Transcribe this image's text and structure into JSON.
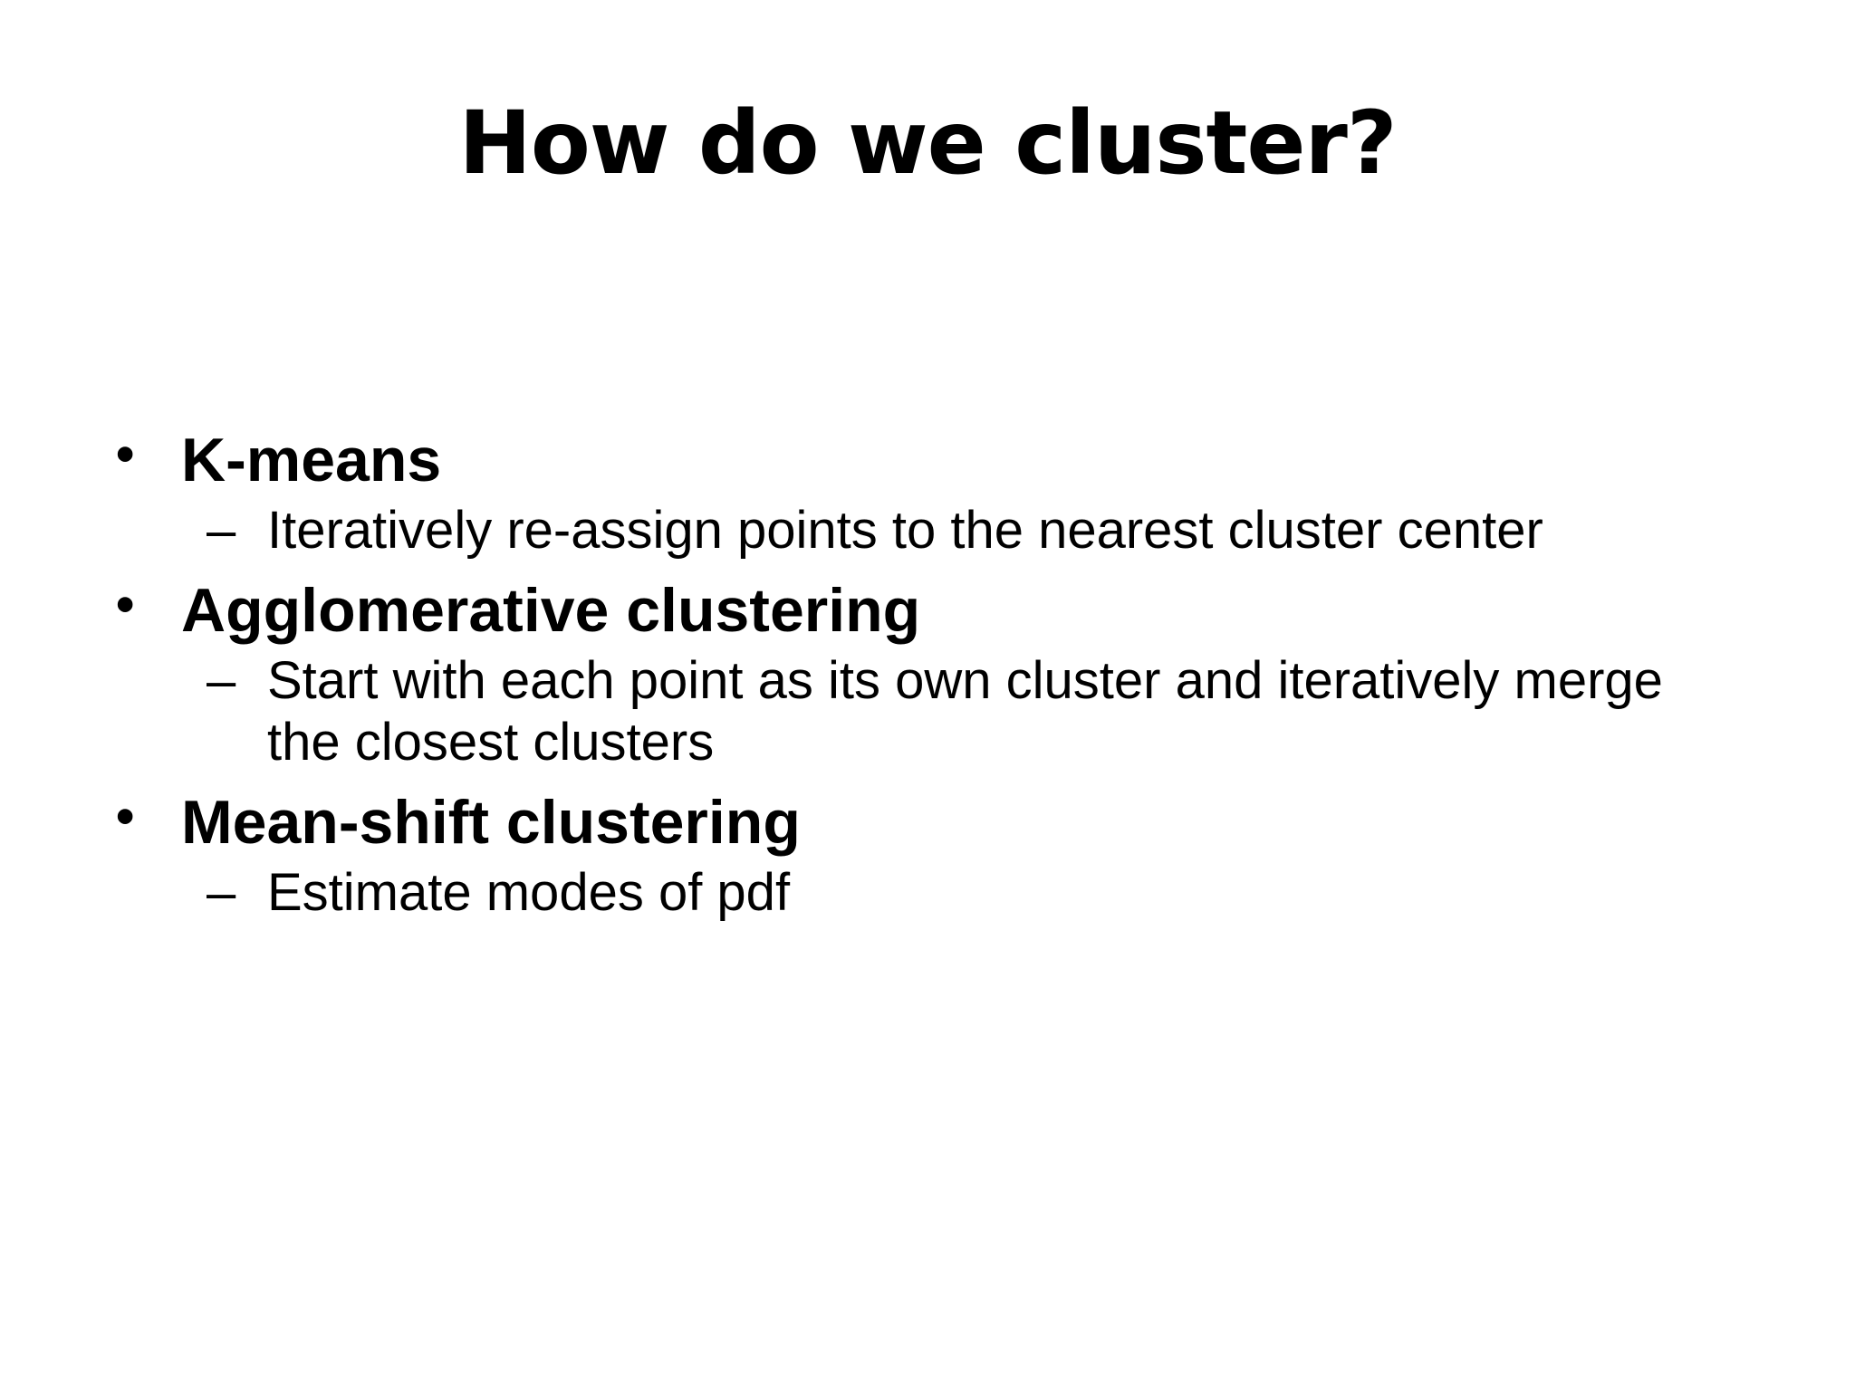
{
  "slide": {
    "title": "How do we cluster?",
    "background_color": "#ffffff",
    "text_color": "#000000",
    "bullet_glyph": "•",
    "sub_bullet_glyph": "–",
    "content": [
      {
        "heading": "K-means",
        "detail": "Iteratively re-assign points to the nearest cluster center"
      },
      {
        "heading": "Agglomerative clustering",
        "detail": "Start with each point as its own cluster and iteratively merge the closest clusters"
      },
      {
        "heading": "Mean-shift clustering",
        "detail": "Estimate modes of pdf"
      }
    ]
  }
}
